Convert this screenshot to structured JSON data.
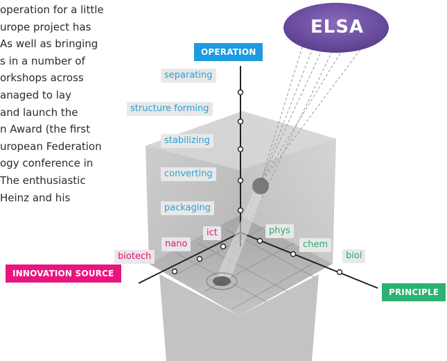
{
  "paragraph": [
    "operation for a little",
    "urope project has",
    "As well as bringing",
    "s in a number of",
    "orkshops across",
    "anaged to lay",
    "and launch the",
    "n Award (the first",
    "uropean Federation",
    "ogy conference in",
    "The enthusiastic",
    "Heinz and his"
  ],
  "elsa": "ELSA",
  "axes": {
    "operation": "OPERATION",
    "innovation_source": "INNOVATION SOURCE",
    "principle": "PRINCIPLE"
  },
  "operations": [
    "separating",
    "structure forming",
    "stabilizing",
    "converting",
    "packaging"
  ],
  "innovation_sources": [
    "ict",
    "nano",
    "biotech"
  ],
  "principles": [
    "phys",
    "chem",
    "biol"
  ],
  "colors": {
    "operation": "#2b9fd6",
    "innovation": "#e2127b",
    "principle": "#2aaa6e",
    "elsa": "#6a4a9c"
  }
}
